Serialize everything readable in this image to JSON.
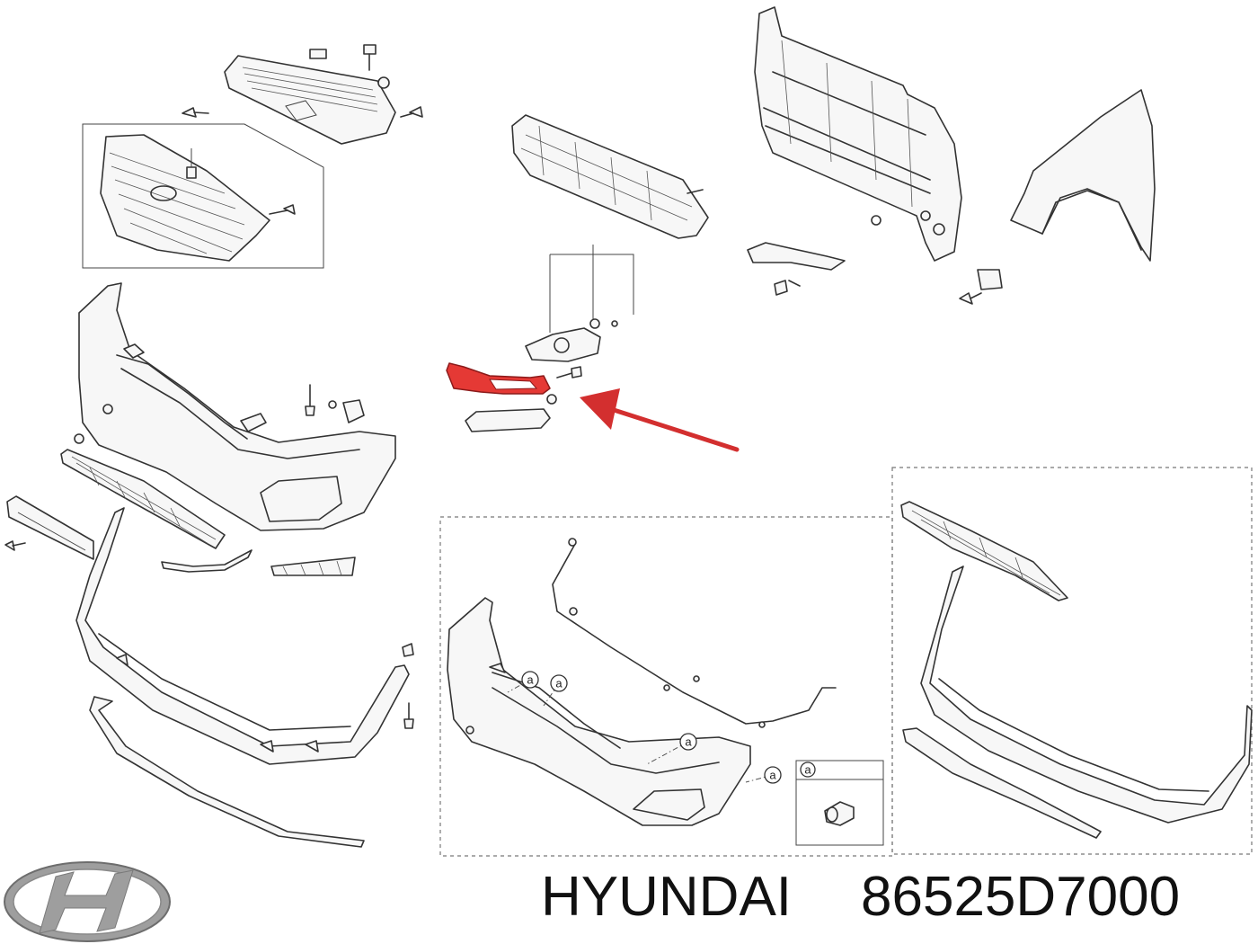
{
  "caption": {
    "brand": "HYUNDAI",
    "part_number": "86525D7000"
  },
  "callouts": {
    "marker_label": "a"
  },
  "colors": {
    "highlight_part": "#e53935",
    "arrow": "#d32f2f",
    "line_art": "#333333",
    "logo": "#9e9e9e"
  },
  "icons": {
    "logo": "hyundai-logo-icon",
    "pointer": "red-arrow-icon"
  }
}
